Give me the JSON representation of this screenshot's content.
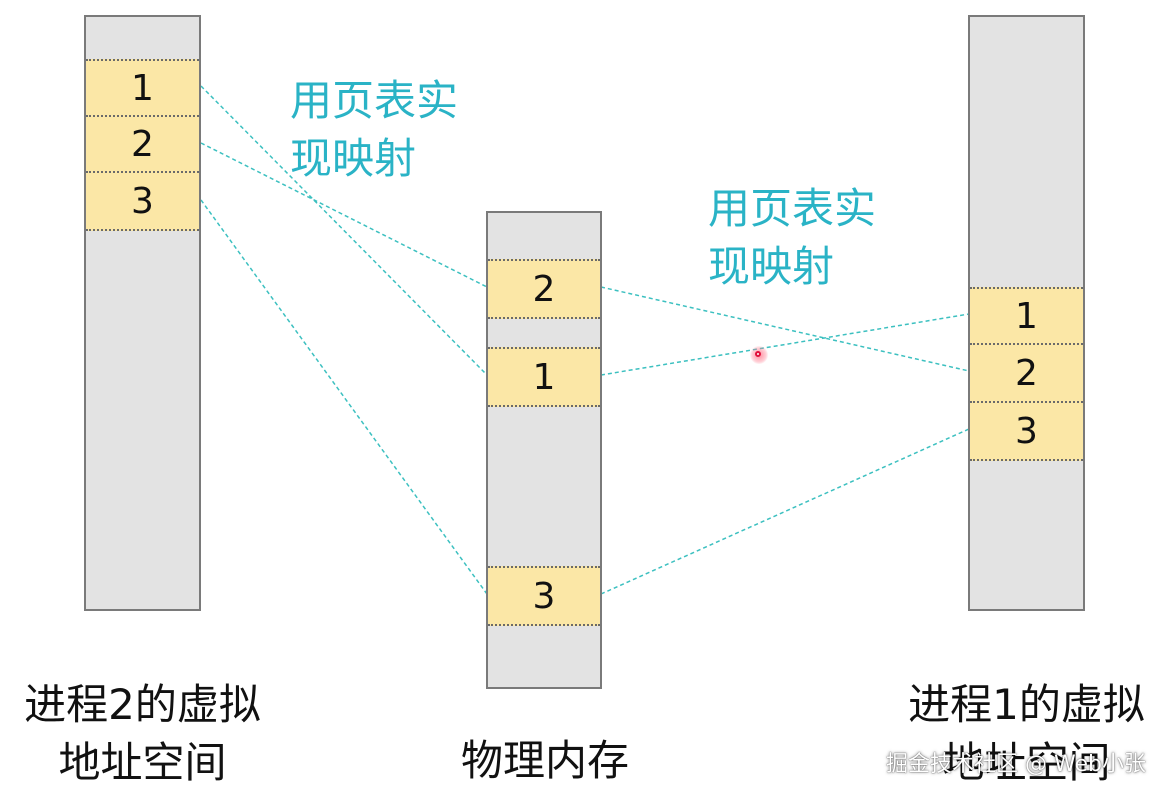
{
  "process2_pages": [
    "1",
    "2",
    "3"
  ],
  "physical_pages": [
    "2",
    "1",
    "3"
  ],
  "process1_pages": [
    "1",
    "2",
    "3"
  ],
  "mapping_note_left": [
    "用页表实",
    "现映射"
  ],
  "mapping_note_right": [
    "用页表实",
    "现映射"
  ],
  "label_process2": [
    "进程2的虚拟",
    "地址空间"
  ],
  "label_physical": "物理内存",
  "label_process1": [
    "进程1的虚拟",
    "地址空间"
  ],
  "watermark": "掘金技术社区 @ Web小张",
  "colors": {
    "page_fill": "#fbe7a6",
    "column_fill": "#e3e3e3",
    "link_line": "#3cc0c0",
    "note_text": "#2ab3c6"
  }
}
